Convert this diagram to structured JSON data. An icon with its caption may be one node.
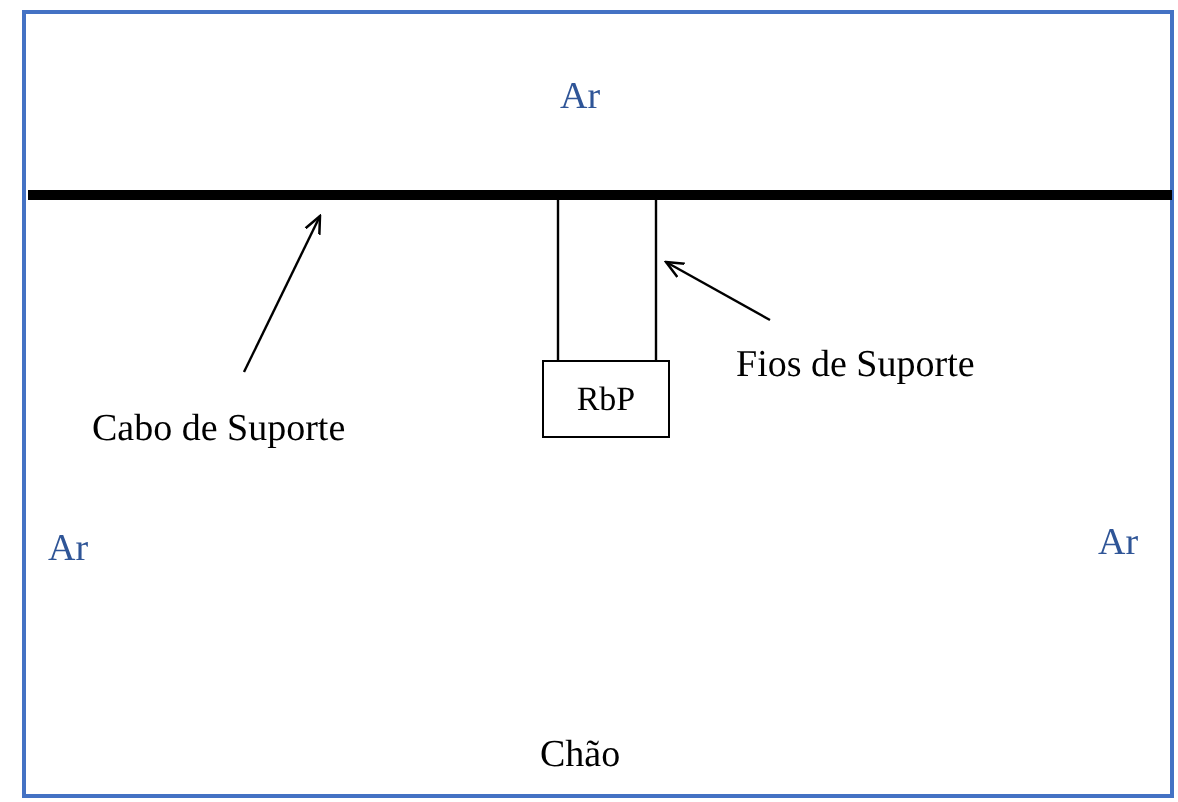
{
  "diagram": {
    "nodes": [
      {
        "text": [],
        "shape": "bar"
      },
      {
        "text": [
          "Cabo de Suporte"
        ]
      },
      {
        "text": [
          "RbP"
        ]
      },
      {
        "text": [
          "Fios de Suporte"
        ]
      }
    ],
    "edges": [
      {
        "from": 1,
        "to": 0,
        "arrow": "to"
      },
      {
        "from": 0,
        "to": 2,
        "arrow": "none"
      },
      {
        "from": 0,
        "to": 2,
        "arrow": "none"
      },
      {
        "from": 3,
        "to": null,
        "arrow": "to"
      }
    ],
    "labels": [
      "Ar",
      "Ar",
      "Ar",
      "Chão"
    ]
  }
}
